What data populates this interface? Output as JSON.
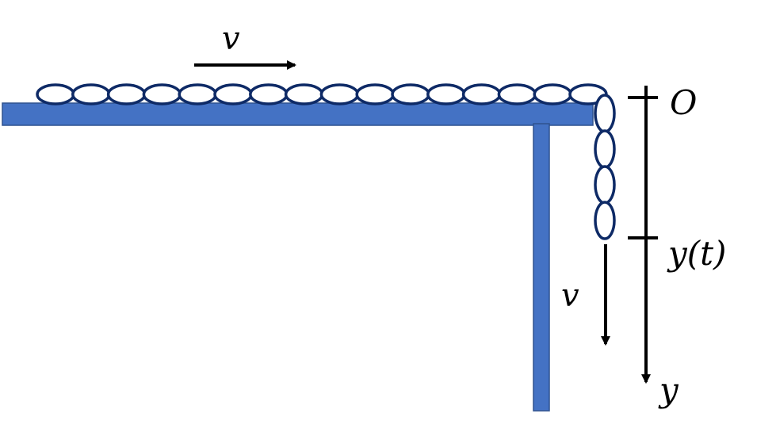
{
  "labels": {
    "horizontal_velocity": "v",
    "vertical_velocity": "v",
    "origin": "O",
    "position": "y(t)",
    "axis": "y"
  },
  "colors": {
    "table": "#4472C4",
    "table_edge": "#2F528F",
    "chain_link": "#0E2A66",
    "link_fill": "#FFFFFF",
    "arrow": "#000000",
    "background": "#FFFFFF"
  },
  "chain": {
    "horizontal_link_count": 16,
    "vertical_link_count": 4
  }
}
